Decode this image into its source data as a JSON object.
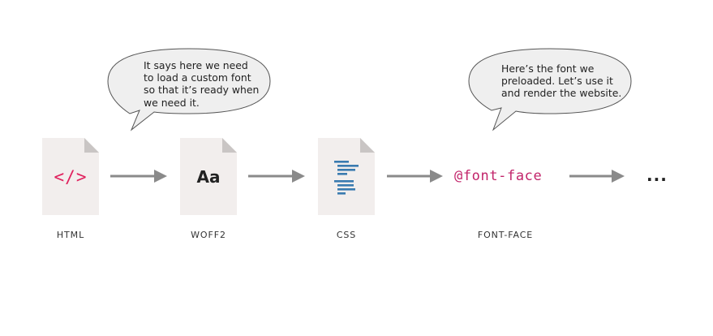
{
  "bubbles": [
    {
      "lines": [
        "It says here we need",
        "to load a custom font",
        "so that it’s ready when",
        "we need it."
      ]
    },
    {
      "lines": [
        "Here’s the font we",
        "preloaded. Let’s use it",
        "and render the website."
      ]
    }
  ],
  "steps": [
    {
      "label": "HTML",
      "glyph": "</>",
      "icon": "html-code-icon"
    },
    {
      "label": "WOFF2",
      "glyph": "Aa",
      "icon": "font-file-icon"
    },
    {
      "label": "CSS",
      "glyph": "",
      "icon": "css-lines-icon"
    },
    {
      "label": "FONT-FACE",
      "code": "@font-face"
    }
  ],
  "ellipsis": "...",
  "colors": {
    "doc_fill": "#f2eeed",
    "doc_fold": "#c9c5c4",
    "arrow": "#8a8a8a",
    "html_accent": "#e0225e",
    "css_lines": "#3a7bb0",
    "fontface_code": "#c2246a"
  }
}
